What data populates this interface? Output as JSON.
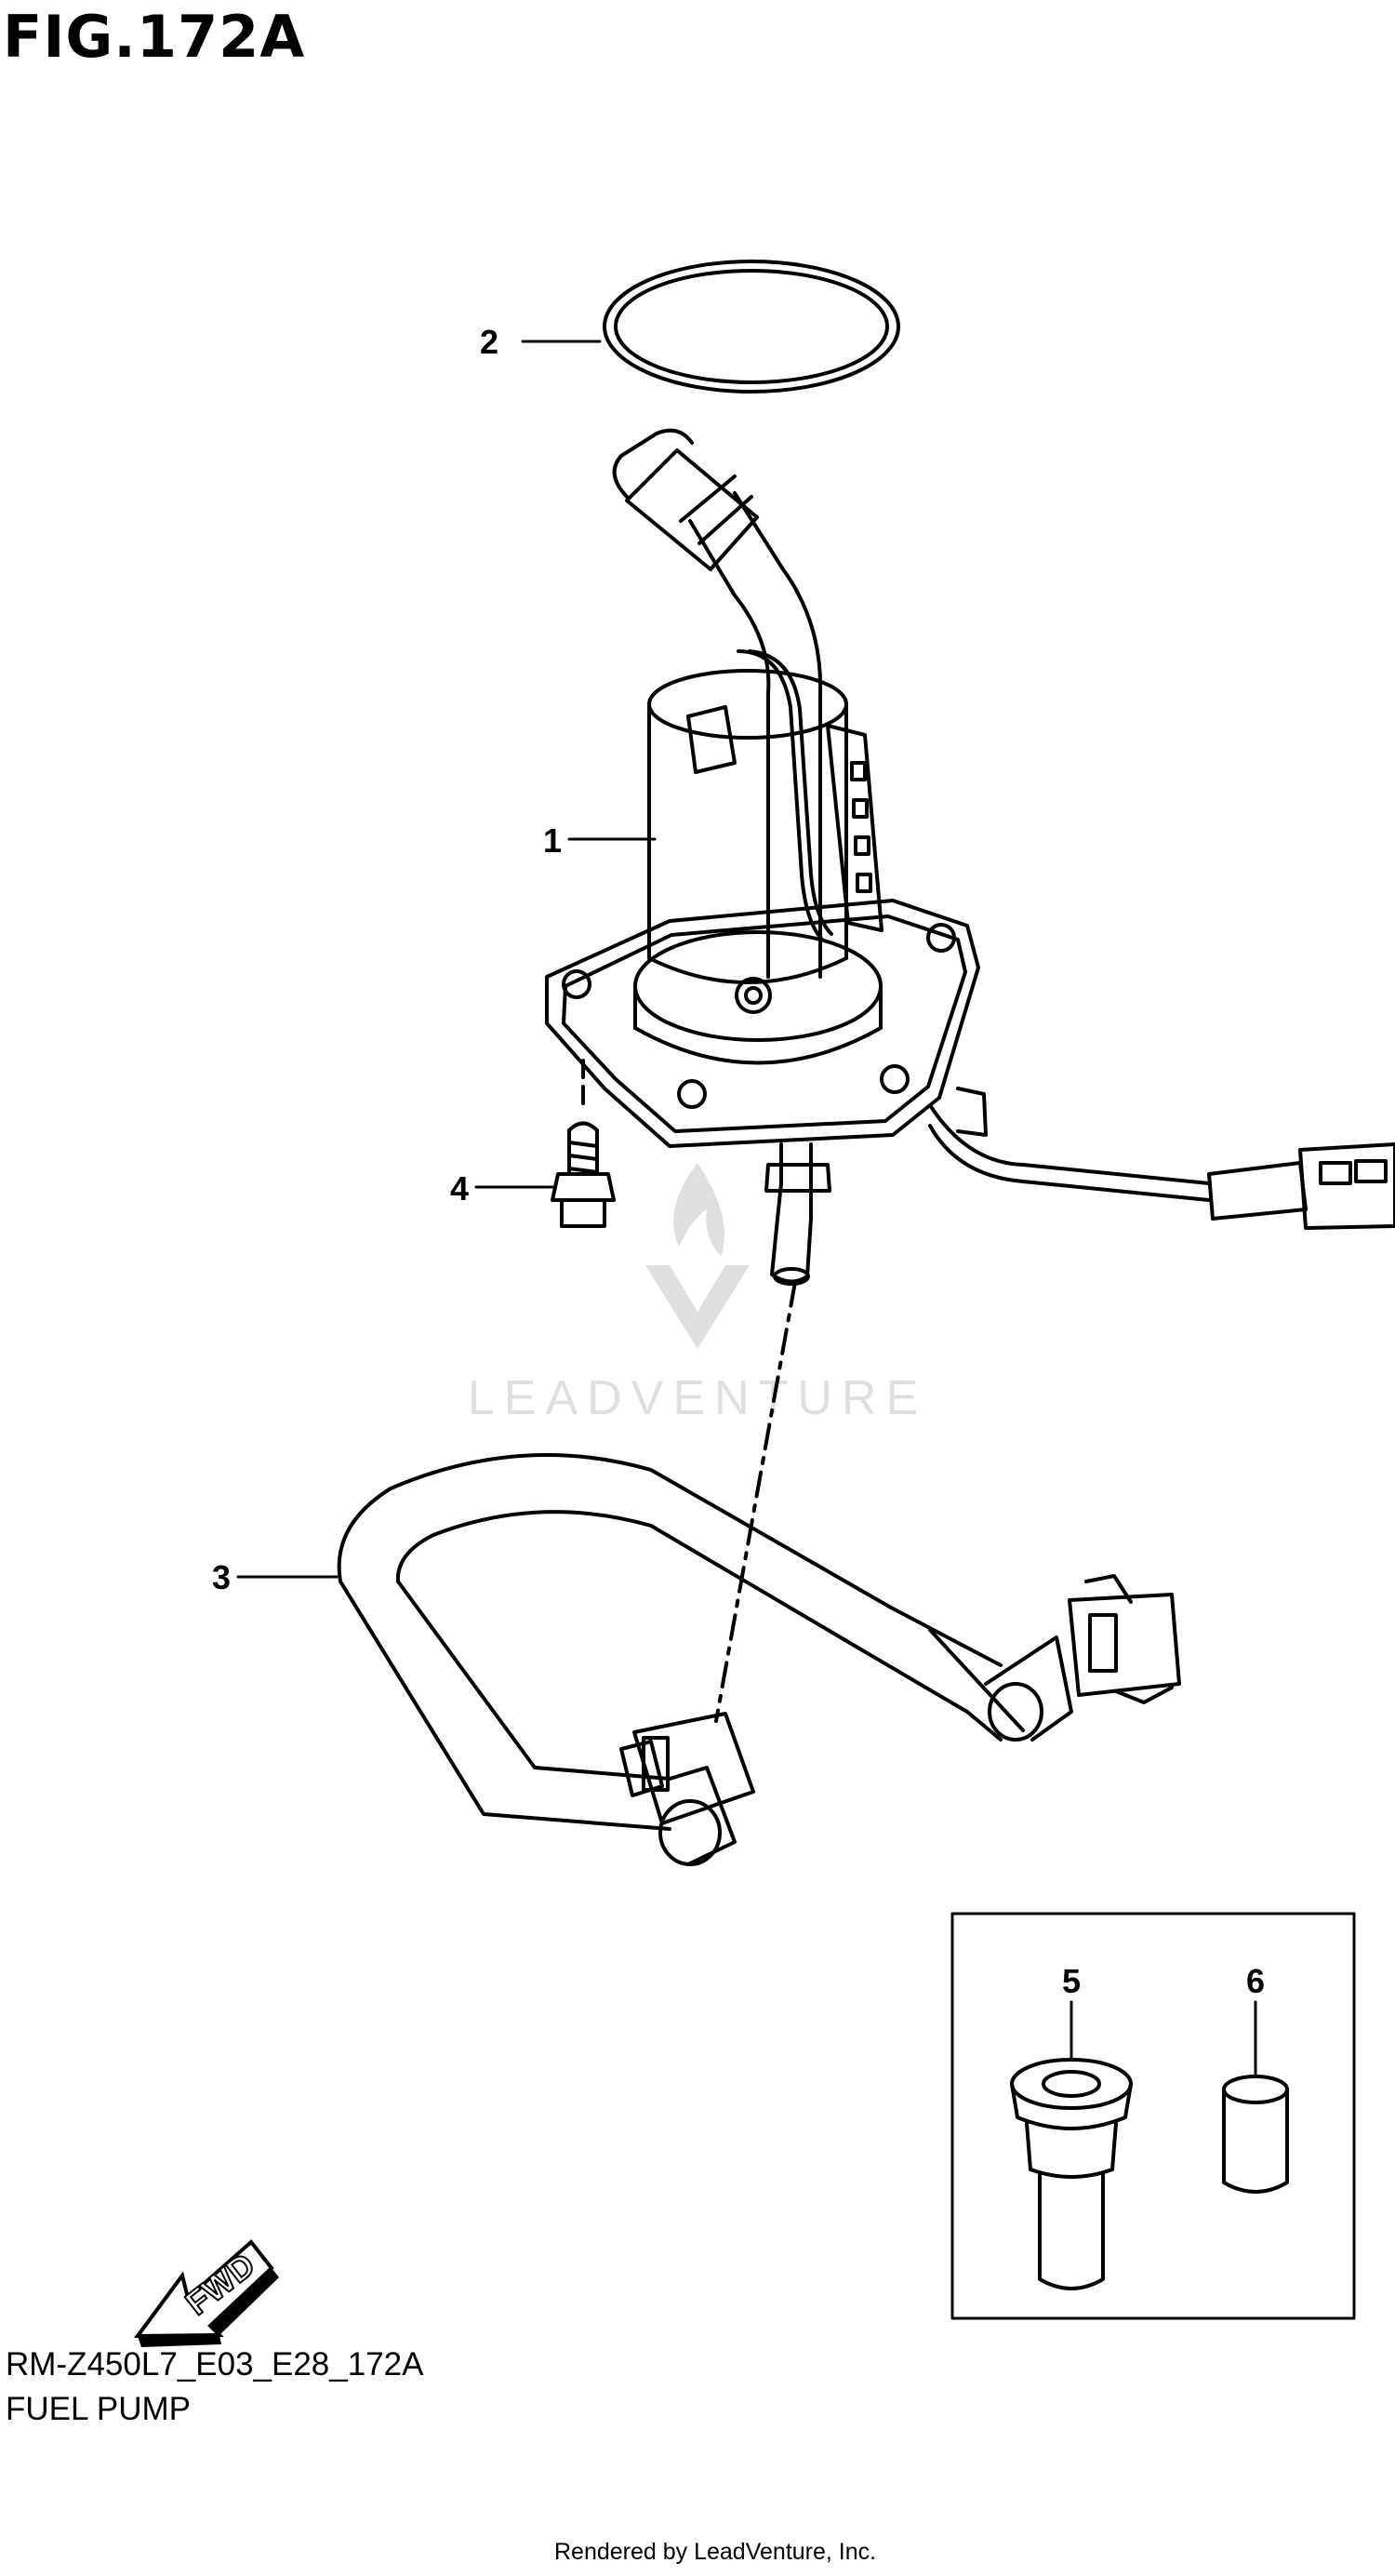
{
  "figure_title": "FIG.172A",
  "callouts": {
    "c1": "1",
    "c2": "2",
    "c3": "3",
    "c4": "4",
    "c5": "5",
    "c6": "6"
  },
  "fwd_label": "FWD",
  "watermark": "LEADVENTURE",
  "footer": {
    "code": "RM-Z450L7_E03_E28_172A",
    "name": "FUEL PUMP",
    "credit": "Rendered by LeadVenture, Inc."
  }
}
